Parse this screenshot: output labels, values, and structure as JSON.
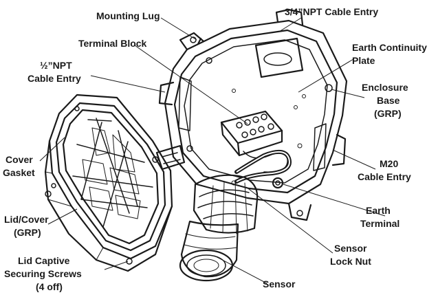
{
  "labels": {
    "mounting_lug": "Mounting Lug",
    "npt_34_cable_entry": "3/4”NPT Cable Entry",
    "terminal_block": "Terminal Block",
    "earth_continuity_plate_1": "Earth Continuity",
    "earth_continuity_plate_2": "Plate",
    "npt_half_cable_entry_1": "½”NPT",
    "npt_half_cable_entry_2": "Cable Entry",
    "enclosure_base_1": "Enclosure",
    "enclosure_base_2": "Base",
    "enclosure_base_3": "(GRP)",
    "cover_gasket_1": "Cover",
    "cover_gasket_2": "Gasket",
    "m20_cable_entry_1": "M20",
    "m20_cable_entry_2": "Cable Entry",
    "earth_terminal_1": "Earth",
    "earth_terminal_2": "Terminal",
    "lid_cover_1": "Lid/Cover",
    "lid_cover_2": "(GRP)",
    "sensor_lock_nut_1": "Sensor",
    "sensor_lock_nut_2": "Lock Nut",
    "lid_screws_1": "Lid Captive",
    "lid_screws_2": "Securing Screws",
    "lid_screws_3": "(4 off)",
    "sensor": "Sensor"
  }
}
